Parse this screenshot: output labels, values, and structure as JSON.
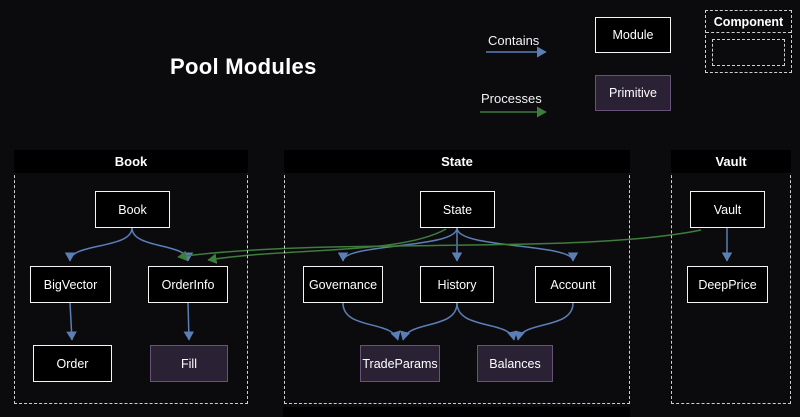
{
  "title": "Pool Modules",
  "legend": {
    "contains": "Contains",
    "processes": "Processes",
    "module": "Module",
    "primitive": "Primitive",
    "component": "Component"
  },
  "containers": {
    "book": {
      "label": "Book",
      "nodes": {
        "book": "Book",
        "bigvector": "BigVector",
        "orderinfo": "OrderInfo",
        "order": "Order",
        "fill": "Fill"
      }
    },
    "state": {
      "label": "State",
      "nodes": {
        "state": "State",
        "governance": "Governance",
        "history": "History",
        "account": "Account",
        "tradeparams": "TradeParams",
        "balances": "Balances"
      }
    },
    "vault": {
      "label": "Vault",
      "nodes": {
        "vault": "Vault",
        "deepprice": "DeepPrice"
      }
    }
  },
  "colors": {
    "background": "#0b0b0e",
    "contains_arrow": "#5b7fb5",
    "processes_arrow": "#3e7d3c",
    "node_fill": "#000000",
    "node_border": "#f5f5f5",
    "primitive_fill": "#2a2135",
    "primitive_border": "#675379"
  },
  "edges": [
    {
      "from": "Book",
      "to": "BigVector",
      "type": "contains"
    },
    {
      "from": "Book",
      "to": "OrderInfo",
      "type": "contains"
    },
    {
      "from": "BigVector",
      "to": "Order",
      "type": "contains"
    },
    {
      "from": "OrderInfo",
      "to": "Fill",
      "type": "contains"
    },
    {
      "from": "State",
      "to": "Governance",
      "type": "contains"
    },
    {
      "from": "State",
      "to": "History",
      "type": "contains"
    },
    {
      "from": "State",
      "to": "Account",
      "type": "contains"
    },
    {
      "from": "Governance",
      "to": "TradeParams",
      "type": "contains"
    },
    {
      "from": "History",
      "to": "TradeParams",
      "type": "contains"
    },
    {
      "from": "History",
      "to": "Balances",
      "type": "contains"
    },
    {
      "from": "Account",
      "to": "Balances",
      "type": "contains"
    },
    {
      "from": "Vault",
      "to": "DeepPrice",
      "type": "contains"
    },
    {
      "from": "State",
      "to": "OrderInfo",
      "type": "processes"
    },
    {
      "from": "Vault",
      "to": "OrderInfo",
      "type": "processes"
    }
  ]
}
